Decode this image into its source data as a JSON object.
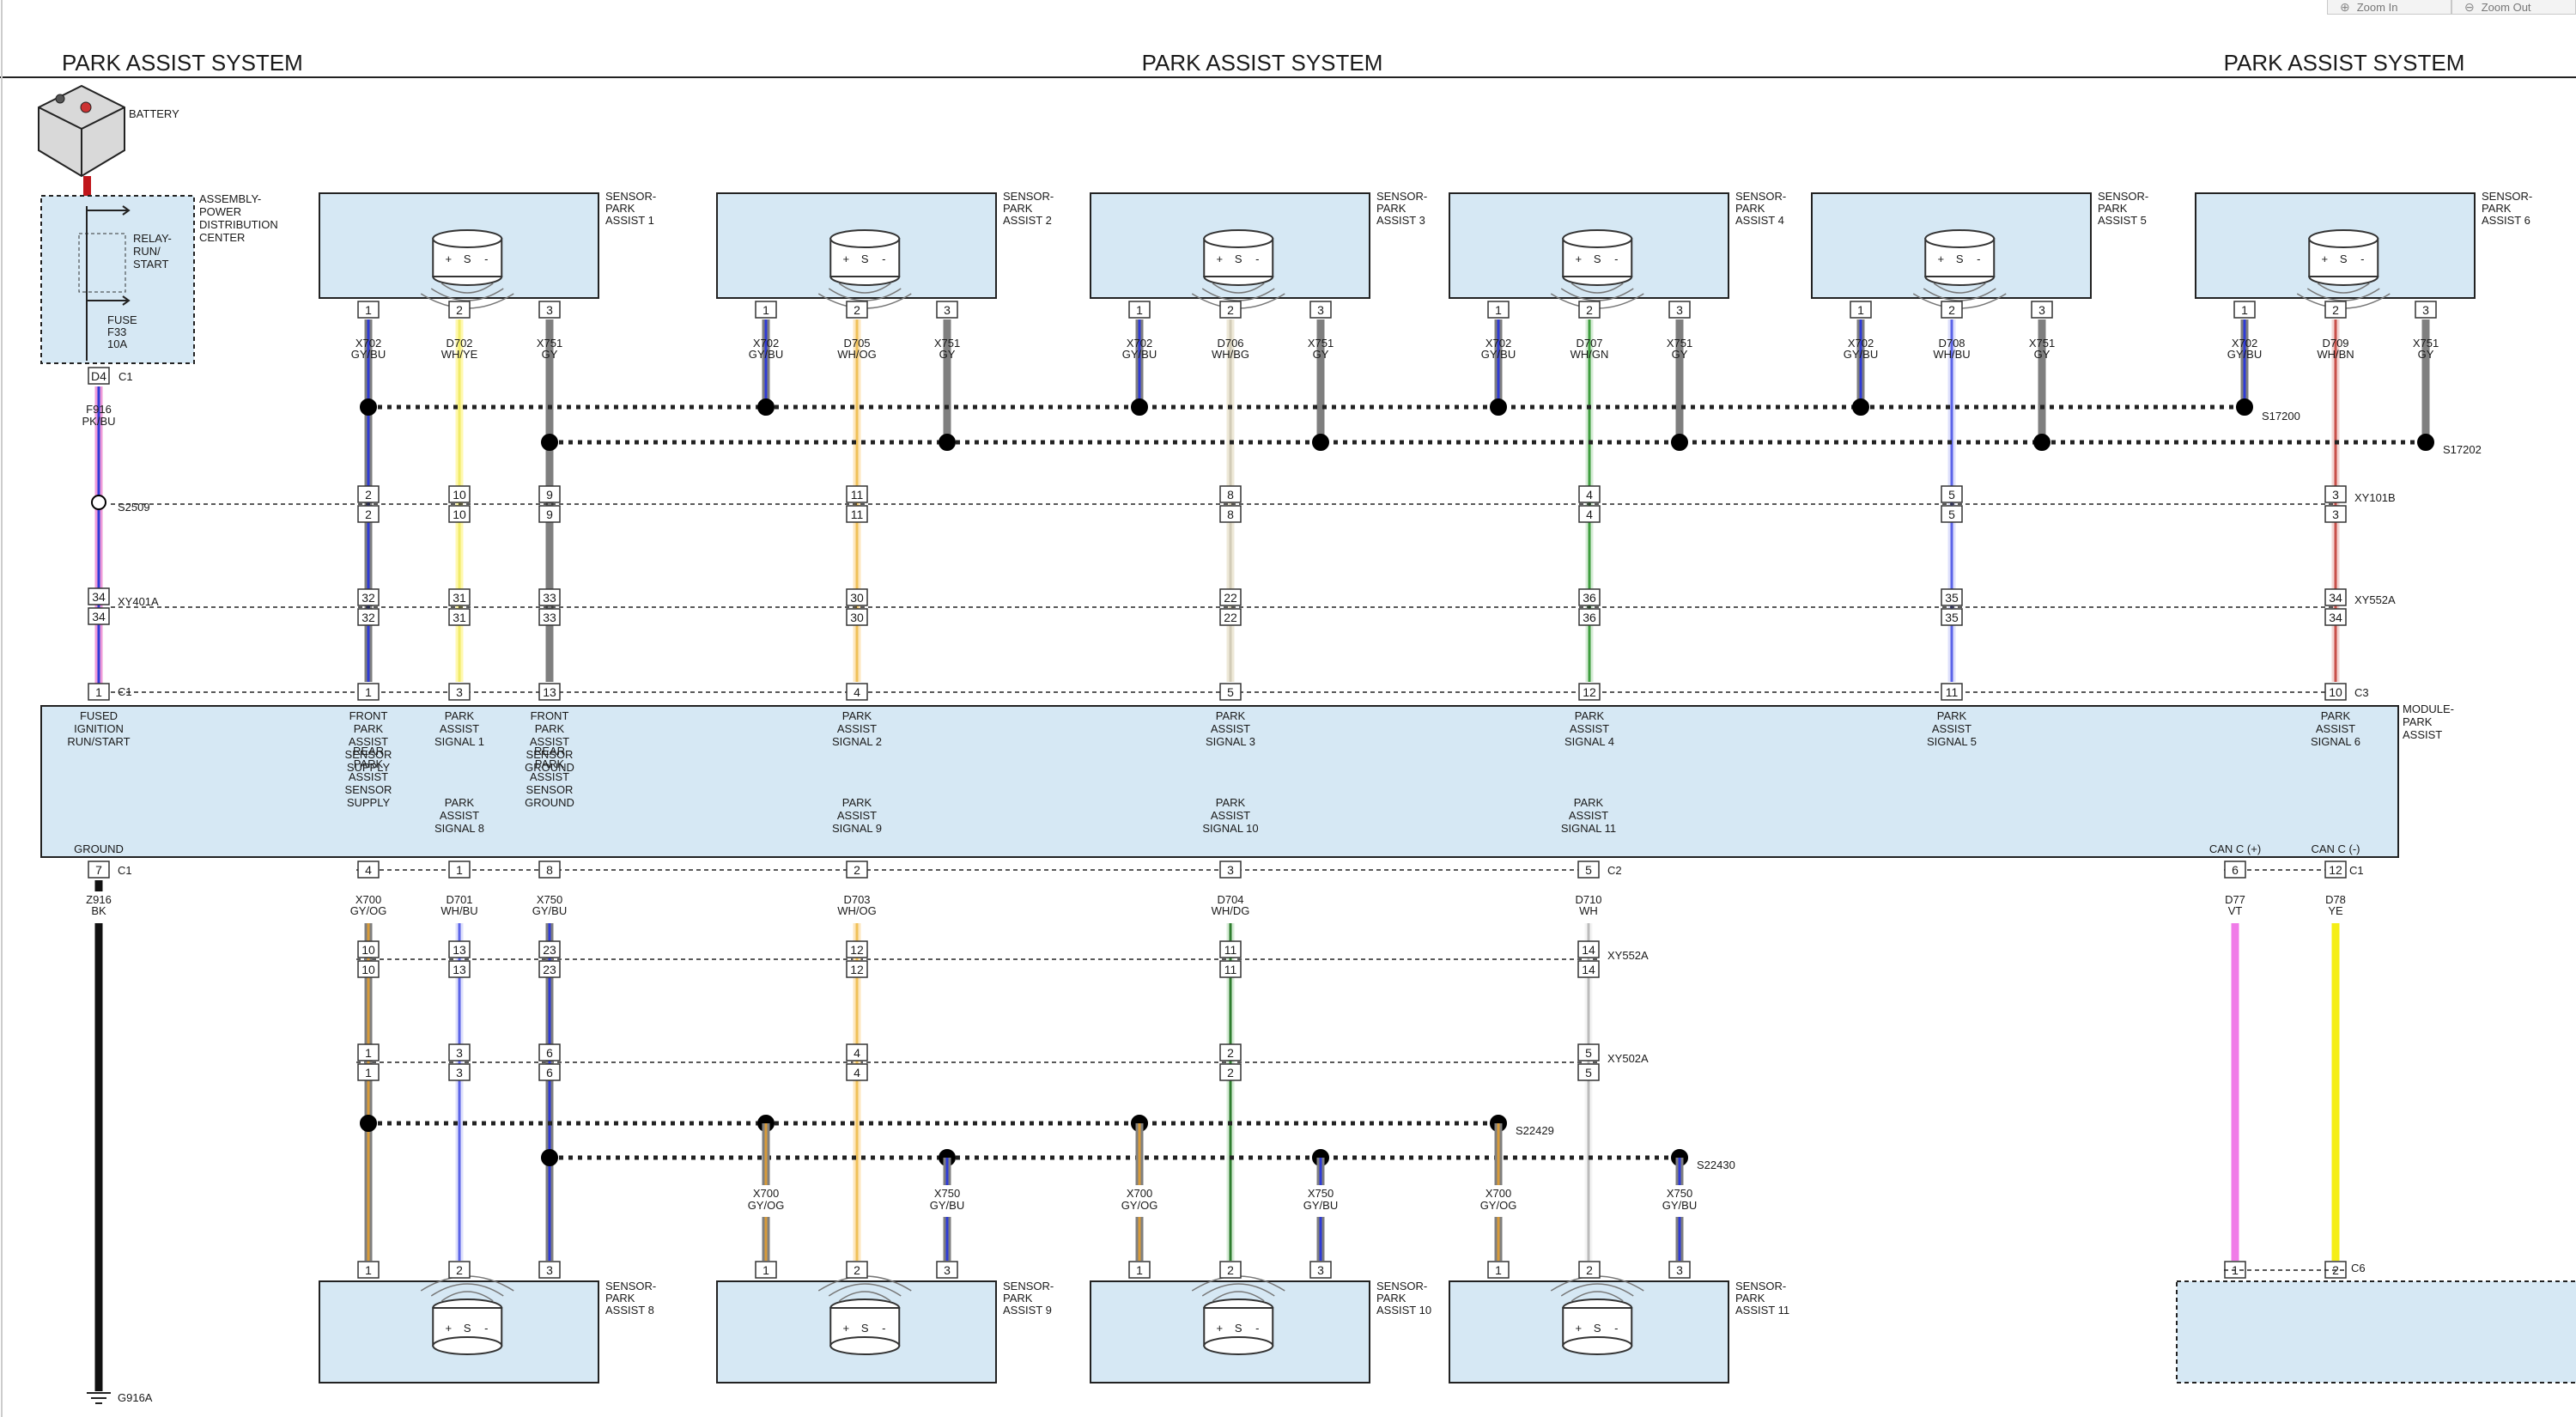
{
  "page": {
    "title_left": "PARK ASSIST SYSTEM",
    "title_center": "PARK ASSIST SYSTEM",
    "title_right": "PARK ASSIST SYSTEM"
  },
  "toolbar": {
    "zoom_in": "Zoom In",
    "zoom_out": "Zoom Out"
  },
  "battery": {
    "label": "BATTERY"
  },
  "pdc": {
    "label": [
      "ASSEMBLY-",
      "POWER",
      "DISTRIBUTION",
      "CENTER"
    ],
    "relay": [
      "RELAY-",
      "RUN/",
      "START"
    ],
    "fuse": [
      "FUSE",
      "F33",
      "10A"
    ],
    "connector_pin": "D4",
    "connector": "C1"
  },
  "power_feed": {
    "wire_code": "F916",
    "wire_color": "PK/BU",
    "splice": "S2509",
    "inline_pin": "34",
    "inline_connector": "XY401A",
    "module_pin": "1",
    "module_connector": "C1"
  },
  "front_sensors": [
    {
      "label": [
        "SENSOR-",
        "PARK",
        "ASSIST 1"
      ],
      "wires": [
        {
          "pin": "1",
          "code": "X702",
          "color": "GY/BU"
        },
        {
          "pin": "2",
          "code": "D702",
          "color": "WH/YE"
        },
        {
          "pin": "3",
          "code": "X751",
          "color": "GY"
        }
      ]
    },
    {
      "label": [
        "SENSOR-",
        "PARK",
        "ASSIST 2"
      ],
      "wires": [
        {
          "pin": "1",
          "code": "X702",
          "color": "GY/BU"
        },
        {
          "pin": "2",
          "code": "D705",
          "color": "WH/OG"
        },
        {
          "pin": "3",
          "code": "X751",
          "color": "GY"
        }
      ]
    },
    {
      "label": [
        "SENSOR-",
        "PARK",
        "ASSIST 3"
      ],
      "wires": [
        {
          "pin": "1",
          "code": "X702",
          "color": "GY/BU"
        },
        {
          "pin": "2",
          "code": "D706",
          "color": "WH/BG"
        },
        {
          "pin": "3",
          "code": "X751",
          "color": "GY"
        }
      ]
    },
    {
      "label": [
        "SENSOR-",
        "PARK",
        "ASSIST 4"
      ],
      "wires": [
        {
          "pin": "1",
          "code": "X702",
          "color": "GY/BU"
        },
        {
          "pin": "2",
          "code": "D707",
          "color": "WH/GN"
        },
        {
          "pin": "3",
          "code": "X751",
          "color": "GY"
        }
      ]
    },
    {
      "label": [
        "SENSOR-",
        "PARK",
        "ASSIST 5"
      ],
      "wires": [
        {
          "pin": "1",
          "code": "X702",
          "color": "GY/BU"
        },
        {
          "pin": "2",
          "code": "D708",
          "color": "WH/BU"
        },
        {
          "pin": "3",
          "code": "X751",
          "color": "GY"
        }
      ]
    },
    {
      "label": [
        "SENSOR-",
        "PARK",
        "ASSIST 6"
      ],
      "wires": [
        {
          "pin": "1",
          "code": "X702",
          "color": "GY/BU"
        },
        {
          "pin": "2",
          "code": "D709",
          "color": "WH/BN"
        },
        {
          "pin": "3",
          "code": "X751",
          "color": "GY"
        }
      ]
    }
  ],
  "front_splices": {
    "supply": "S17200",
    "ground": "S17202"
  },
  "front_inline": {
    "connector1": "XY101B",
    "connector2": "XY552A",
    "module_connector": "C3"
  },
  "front_signal_runs": [
    {
      "pins": [
        "10",
        "31",
        "3"
      ]
    },
    {
      "pins": [
        "11",
        "30",
        "4"
      ]
    },
    {
      "pins": [
        "8",
        "22",
        "5"
      ]
    },
    {
      "pins": [
        "4",
        "36",
        "12"
      ]
    },
    {
      "pins": [
        "5",
        "35",
        "11"
      ]
    },
    {
      "pins": [
        "3",
        "34",
        "10"
      ]
    }
  ],
  "front_supply_run": {
    "pins": [
      "2",
      "32",
      "1"
    ]
  },
  "front_ground_run": {
    "pins": [
      "9",
      "33",
      "13"
    ]
  },
  "module": {
    "label": [
      "MODULE-",
      "PARK",
      "ASSIST"
    ],
    "top_labels": [
      [
        "FUSED",
        "IGNITION",
        "RUN/START"
      ],
      [
        "FRONT",
        "PARK",
        "ASSIST",
        "SENSOR",
        "SUPPLY"
      ],
      [
        "PARK",
        "ASSIST",
        "SIGNAL 1"
      ],
      [
        "FRONT",
        "PARK",
        "ASSIST",
        "SENSOR",
        "GROUND"
      ],
      [
        "PARK",
        "ASSIST",
        "SIGNAL 2"
      ],
      [
        "PARK",
        "ASSIST",
        "SIGNAL 3"
      ],
      [
        "PARK",
        "ASSIST",
        "SIGNAL 4"
      ],
      [
        "PARK",
        "ASSIST",
        "SIGNAL 5"
      ],
      [
        "PARK",
        "ASSIST",
        "SIGNAL 6"
      ]
    ],
    "bottom_labels": [
      [
        "GROUND"
      ],
      [
        "REAR",
        "PARK",
        "ASSIST",
        "SENSOR",
        "SUPPLY"
      ],
      [
        "PARK",
        "ASSIST",
        "SIGNAL 8"
      ],
      [
        "REAR",
        "PARK",
        "ASSIST",
        "SENSOR",
        "GROUND"
      ],
      [
        "PARK",
        "ASSIST",
        "SIGNAL 9"
      ],
      [
        "PARK",
        "ASSIST",
        "SIGNAL 10"
      ],
      [
        "PARK",
        "ASSIST",
        "SIGNAL 11"
      ],
      [
        "CAN C (+)"
      ],
      [
        "CAN C (-)"
      ]
    ]
  },
  "ground": {
    "pin": "7",
    "connector": "C1",
    "wire_code": "Z916",
    "wire_color": "BK",
    "ground_point": "G916A"
  },
  "rear_module_runs": [
    {
      "pins": [
        "4",
        "10",
        "1"
      ],
      "code": "X700",
      "color": "GY/OG"
    },
    {
      "pins": [
        "1",
        "13",
        "3"
      ],
      "code": "D701",
      "color": "WH/BU"
    },
    {
      "pins": [
        "8",
        "23",
        "6"
      ],
      "code": "X750",
      "color": "GY/BU"
    },
    {
      "pins": [
        "2",
        "12",
        "4"
      ],
      "code": "D703",
      "color": "WH/OG"
    },
    {
      "pins": [
        "3",
        "11",
        "2"
      ],
      "code": "D704",
      "color": "WH/DG"
    },
    {
      "pins": [
        "5",
        "14",
        "5"
      ],
      "code": "D710",
      "color": "WH"
    }
  ],
  "rear_connector": {
    "module": "C2",
    "inline1": "XY552A",
    "inline2": "XY502A"
  },
  "rear_splices": {
    "supply": "S22429",
    "ground": "S22430"
  },
  "rear_sensors": [
    {
      "label": [
        "SENSOR-",
        "PARK",
        "ASSIST 8"
      ],
      "pins": [
        "1",
        "2",
        "3"
      ],
      "wires": []
    },
    {
      "label": [
        "SENSOR-",
        "PARK",
        "ASSIST 9"
      ],
      "pins": [
        "1",
        "2",
        "3"
      ],
      "wires": [
        {
          "code": "X700",
          "color": "GY/OG"
        },
        {
          "code": "X750",
          "color": "GY/BU"
        }
      ]
    },
    {
      "label": [
        "SENSOR-",
        "PARK",
        "ASSIST 10"
      ],
      "pins": [
        "1",
        "2",
        "3"
      ],
      "wires": [
        {
          "code": "X700",
          "color": "GY/OG"
        },
        {
          "code": "X750",
          "color": "GY/BU"
        }
      ]
    },
    {
      "label": [
        "SENSOR-",
        "PARK",
        "ASSIST 11"
      ],
      "pins": [
        "1",
        "2",
        "3"
      ],
      "wires": [
        {
          "code": "X700",
          "color": "GY/OG"
        },
        {
          "code": "X750",
          "color": "GY/BU"
        }
      ]
    }
  ],
  "can": {
    "module_connector": "C1",
    "wires": [
      {
        "module_pin": "6",
        "code": "D77",
        "color": "VT",
        "end_pin": "1",
        "end_label": "CAN C (+)"
      },
      {
        "module_pin": "12",
        "code": "D78",
        "color": "YE",
        "end_pin": "2",
        "end_label": "CAN C (-)"
      }
    ],
    "end_connector": "C6"
  },
  "colors": {
    "module_fill": "#d6e8f4",
    "gy_bu_stripe": "#2f3bd6",
    "gray": "#7f7f7f",
    "wh_ye": "#f1ec6a",
    "wh_og": "#f0c058",
    "wh_bg": "#d2ccb8",
    "wh_gn": "#3f9e3f",
    "wh_bu": "#5b64e8",
    "wh_bn": "#c8504a",
    "gy_og": "#d89b3a",
    "vt": "#f07be8",
    "ye": "#f5ee17",
    "bk": "#111111"
  }
}
